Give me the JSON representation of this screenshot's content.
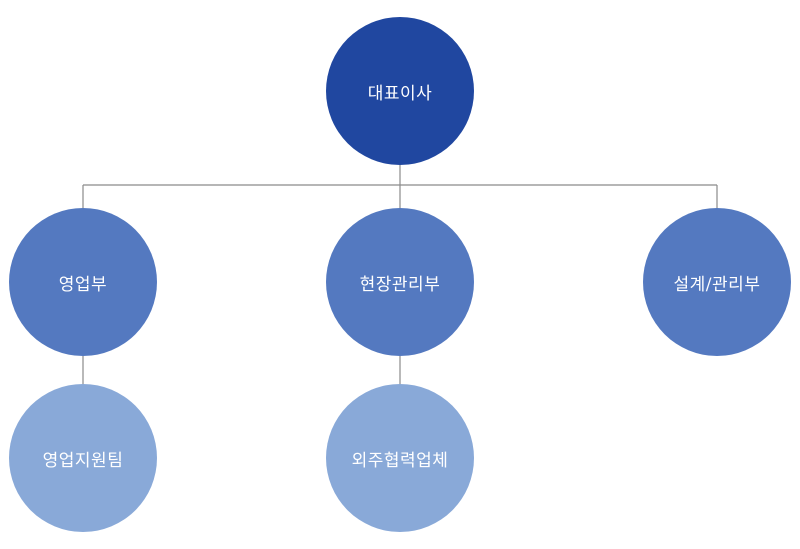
{
  "org": {
    "ceo": "대표이사",
    "departments": {
      "sales": "영업부",
      "site": "현장관리부",
      "design": "설계/관리부"
    },
    "teams": {
      "sales_support": "영업지원팀",
      "partners": "외주협력업체"
    }
  },
  "colors": {
    "level0": "#2047a0",
    "level1": "#5479c0",
    "level2": "#89a9d8",
    "connector": "#8a8a8a"
  }
}
